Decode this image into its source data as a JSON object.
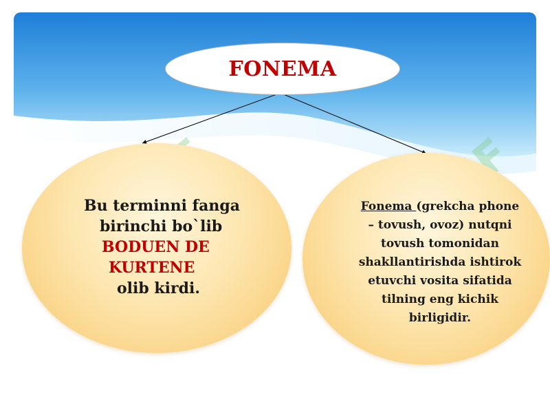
{
  "title": "FONEMA",
  "left": {
    "line1": "Bu terminni fanga",
    "line2": "birinchi bo`lib",
    "line3": "BODUEN DE",
    "line4": "KURTENE",
    "line5": "olib kirdi."
  },
  "right": {
    "term": "Fonema ",
    "line1_rest": "(grekcha phone",
    "line2": "– tovush, ovoz) nutqni",
    "line3": "tovush tomonidan",
    "line4": "shakllantirishda ishtirok",
    "line5": "etuvchi vosita sifatida",
    "line6": "tilning eng kichik",
    "line7": "birligidir."
  },
  "watermark": "SOFF",
  "colors": {
    "sky_top": "#1e7fd8",
    "sky_bottom": "#bfe6fb",
    "accent_red": "#c00000",
    "oval_fill": "#fbd88c"
  }
}
